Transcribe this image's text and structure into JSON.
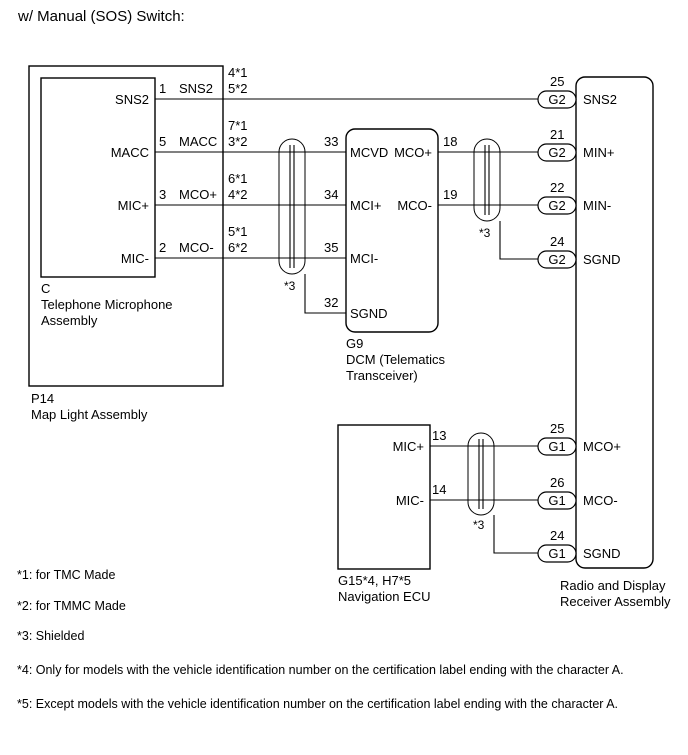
{
  "title": "w/ Manual (SOS) Switch:",
  "components": {
    "map_light": {
      "code": "P14",
      "name": "Map Light Assembly"
    },
    "mic_assy": {
      "code": "C",
      "name_line1": "Telephone Microphone",
      "name_line2": "Assembly"
    },
    "dcm": {
      "code": "G9",
      "name_line1": "DCM (Telematics",
      "name_line2": "Transceiver)"
    },
    "nav_ecu": {
      "code": "G15*4, H7*5",
      "name": "Navigation ECU"
    },
    "radio": {
      "name_line1": "Radio and Display",
      "name_line2": "Receiver Assembly"
    }
  },
  "mic_pins": [
    {
      "label": "SNS2",
      "pin": "1",
      "signal": "SNS2",
      "note1": "4*1",
      "note2": "5*2"
    },
    {
      "label": "MACC",
      "pin": "5",
      "signal": "MACC",
      "note1": "7*1",
      "note2": "3*2"
    },
    {
      "label": "MIC+",
      "pin": "3",
      "signal": "MCO+",
      "note1": "6*1",
      "note2": "4*2"
    },
    {
      "label": "MIC-",
      "pin": "2",
      "signal": "MCO-",
      "note1": "5*1",
      "note2": "6*2"
    }
  ],
  "dcm_left_pins": [
    {
      "pin": "33",
      "label": "MCVD"
    },
    {
      "pin": "34",
      "label": "MCI+"
    },
    {
      "pin": "35",
      "label": "MCI-"
    },
    {
      "pin": "32",
      "label": "SGND"
    }
  ],
  "dcm_right_pins": [
    {
      "pin": "18",
      "label": "MCO+"
    },
    {
      "pin": "19",
      "label": "MCO-"
    }
  ],
  "radio_pins": [
    {
      "pin": "25",
      "conn": "G2",
      "label": "SNS2"
    },
    {
      "pin": "21",
      "conn": "G2",
      "label": "MIN+"
    },
    {
      "pin": "22",
      "conn": "G2",
      "label": "MIN-"
    },
    {
      "pin": "24",
      "conn": "G2",
      "label": "SGND"
    },
    {
      "pin": "25",
      "conn": "G1",
      "label": "MCO+"
    },
    {
      "pin": "26",
      "conn": "G1",
      "label": "MCO-"
    },
    {
      "pin": "24",
      "conn": "G1",
      "label": "SGND"
    }
  ],
  "nav_pins": [
    {
      "pin": "13",
      "label": "MIC+"
    },
    {
      "pin": "14",
      "label": "MIC-"
    }
  ],
  "shield_label": "*3",
  "footnotes": [
    "*1: for TMC Made",
    "*2: for TMMC Made",
    "*3: Shielded",
    "*4: Only for models with the vehicle identification number on the certification label ending with the character A.",
    "*5: Except models with the vehicle identification number on the certification label ending with the character A."
  ]
}
